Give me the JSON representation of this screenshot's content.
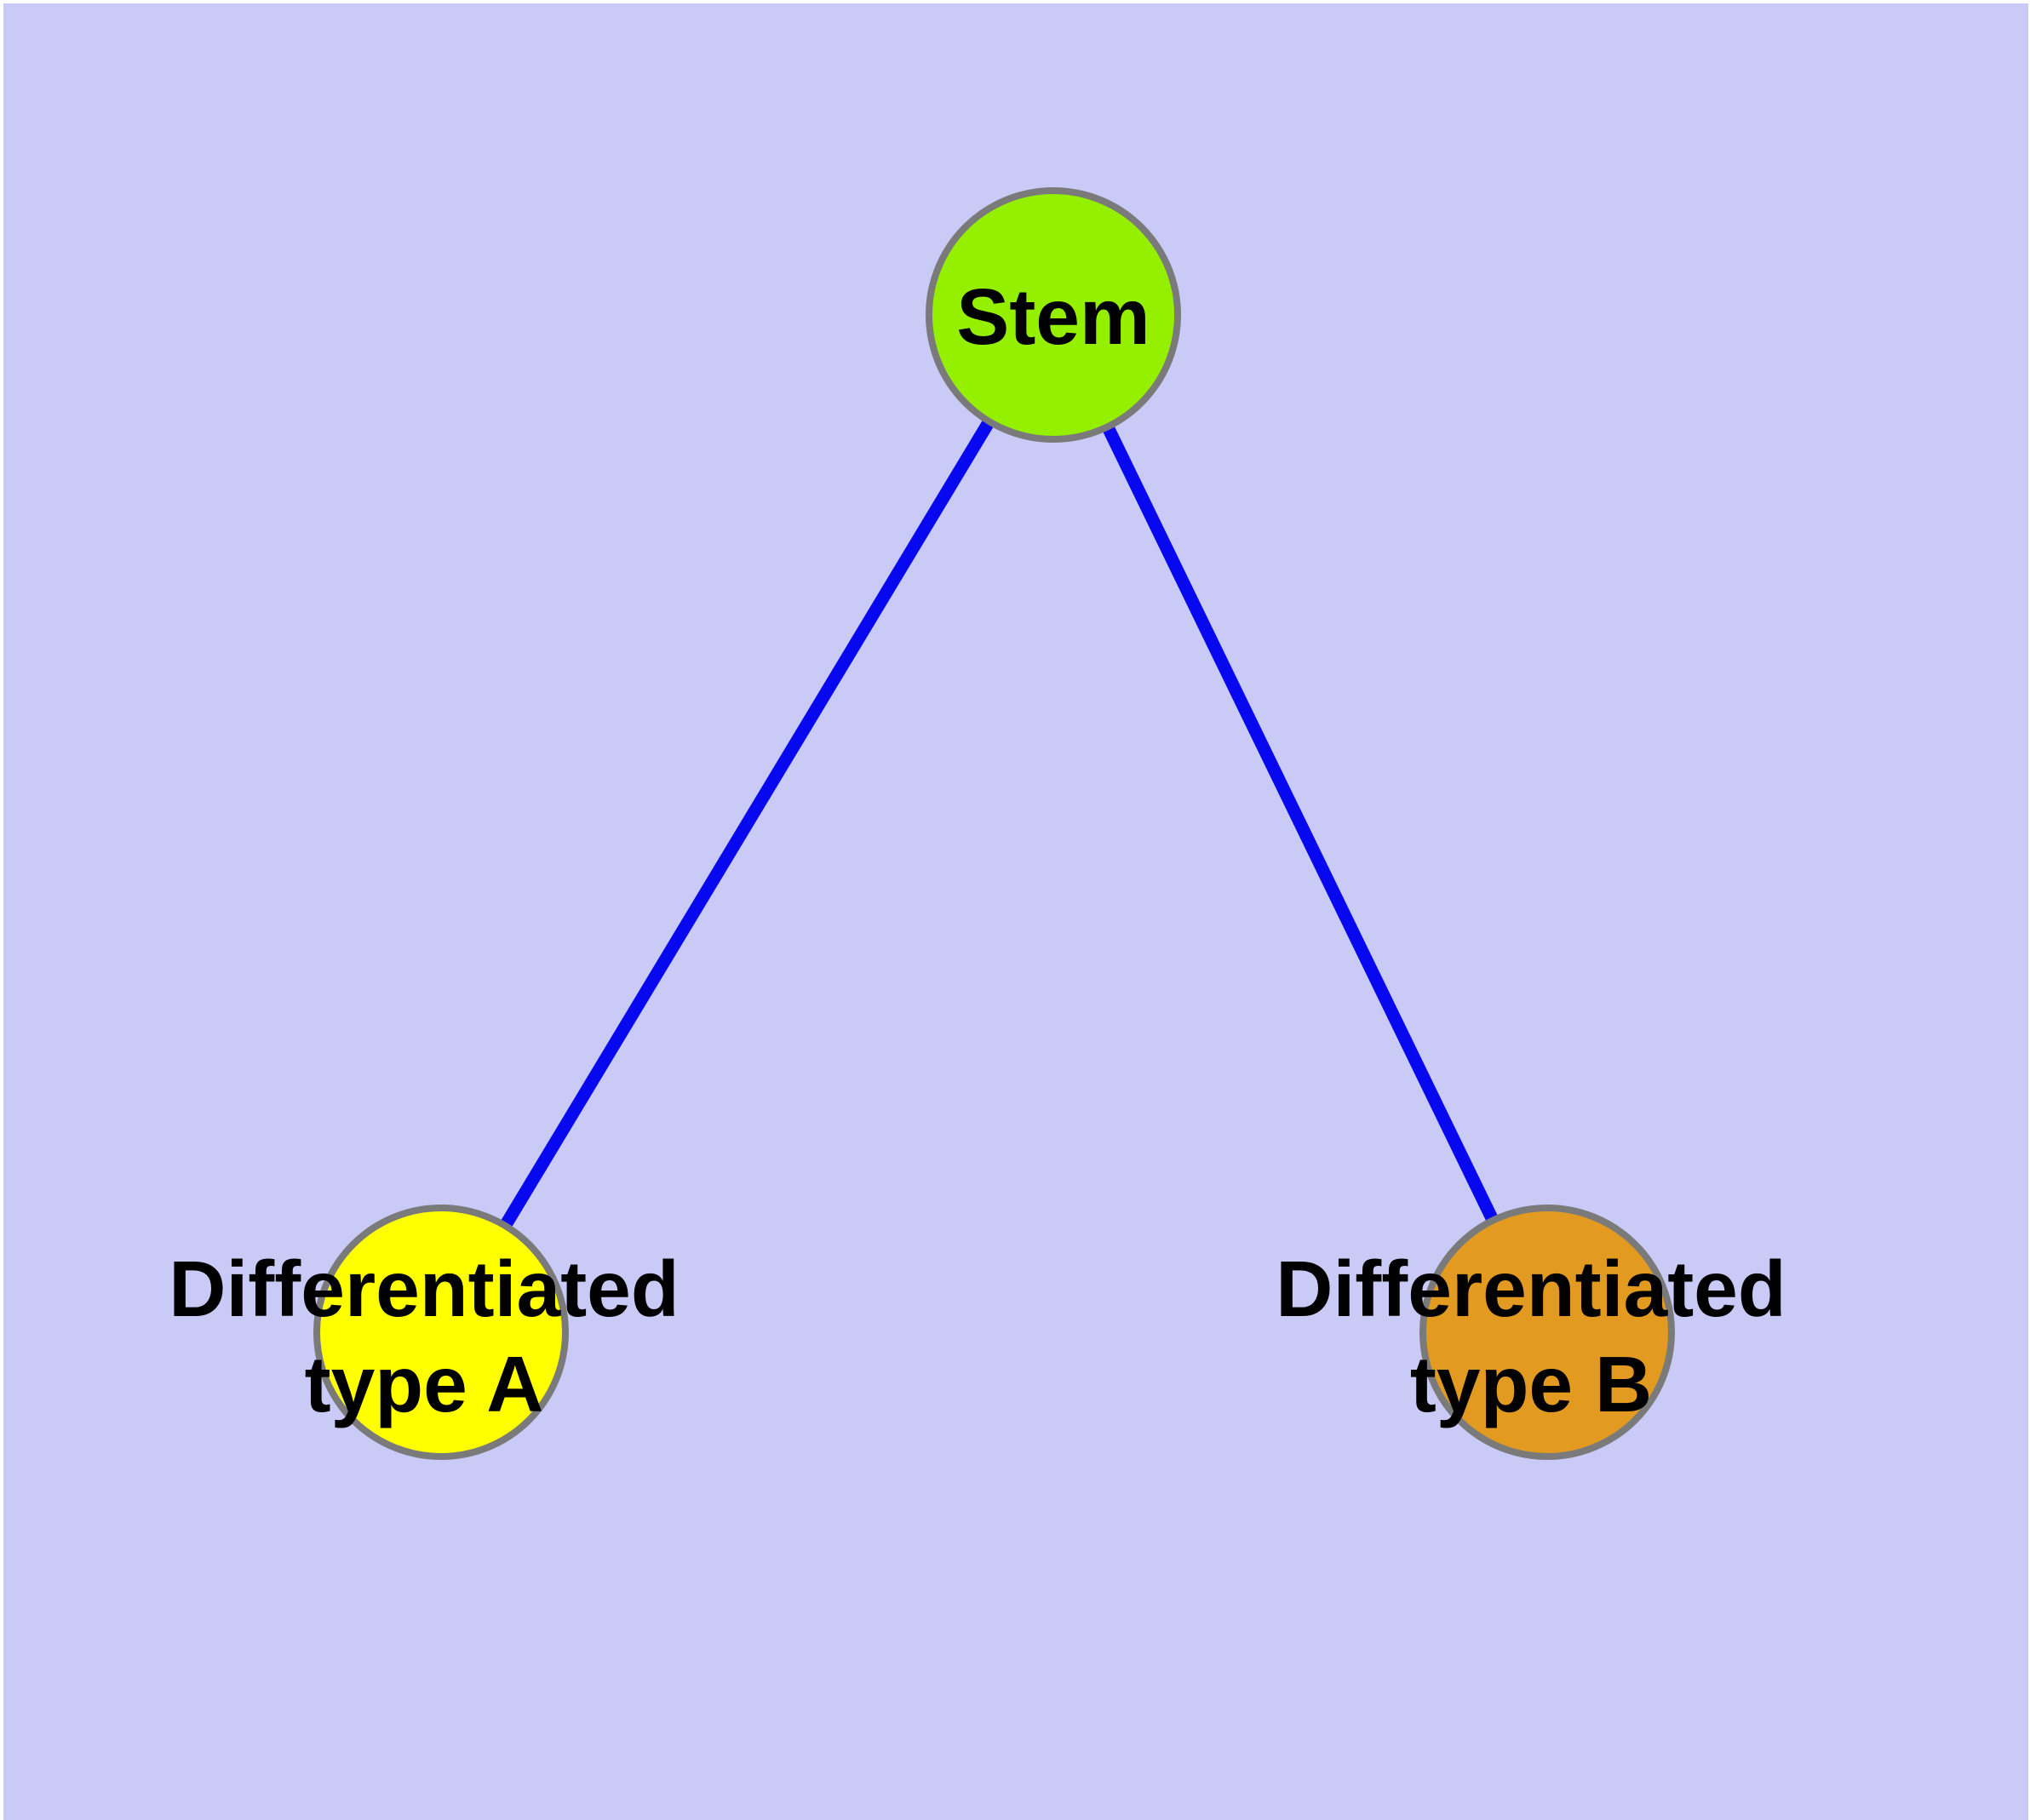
{
  "colors": {
    "page_background": "#ffffff",
    "canvas_background": "#c9caf6",
    "node_border": "#7a7a7a",
    "edge": "#0808f0",
    "label_text": "#000000",
    "stem_fill": "#95f000",
    "type_a_fill": "#ffff00",
    "type_b_fill": "#e39a20"
  },
  "nodes": {
    "stem": {
      "label": "Stem"
    },
    "type_a": {
      "line1": "Differentiated",
      "line2": "type A"
    },
    "type_b": {
      "line1": "Differentiated",
      "line2": "type B"
    }
  },
  "edges": [
    {
      "from": "Stem",
      "to": "Differentiated type A"
    },
    {
      "from": "Stem",
      "to": "Differentiated type B"
    }
  ]
}
